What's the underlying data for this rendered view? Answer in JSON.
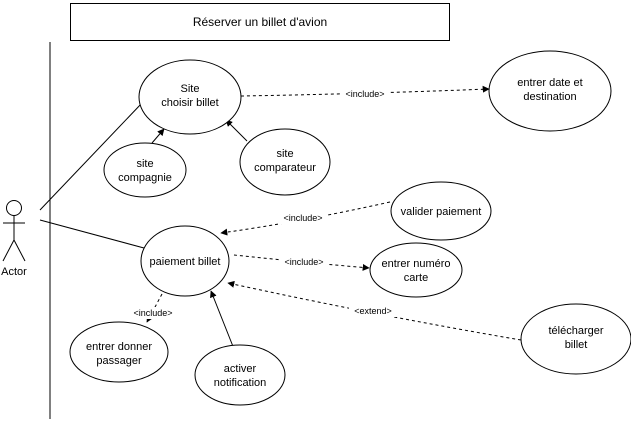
{
  "title": "Réserver un billet d'avion",
  "actor": {
    "label": "Actor"
  },
  "use_cases": {
    "choisir": [
      "Site",
      "choisir billet"
    ],
    "site_compagnie": [
      "site",
      "compagnie"
    ],
    "site_comparateur": [
      "site",
      "comparateur"
    ],
    "entrer_date": [
      "entrer date et",
      "destination"
    ],
    "paiement": [
      "paiement billet"
    ],
    "valider": [
      "valider paiement"
    ],
    "entrer_numero": [
      "entrer numéro",
      "carte"
    ],
    "telecharger": [
      "télécharger",
      "billet"
    ],
    "entrer_passager": [
      "entrer donner",
      "passager"
    ],
    "activer": [
      "activer",
      "notification"
    ]
  },
  "relations": {
    "include_date": "<include>",
    "include_valider": "<include>",
    "include_numero": "<include>",
    "include_passager": "<include>",
    "extend_telecharger": "<extend>"
  },
  "colors": {
    "stroke": "#000000",
    "background": "#ffffff",
    "label_bg": "#ffffff"
  }
}
